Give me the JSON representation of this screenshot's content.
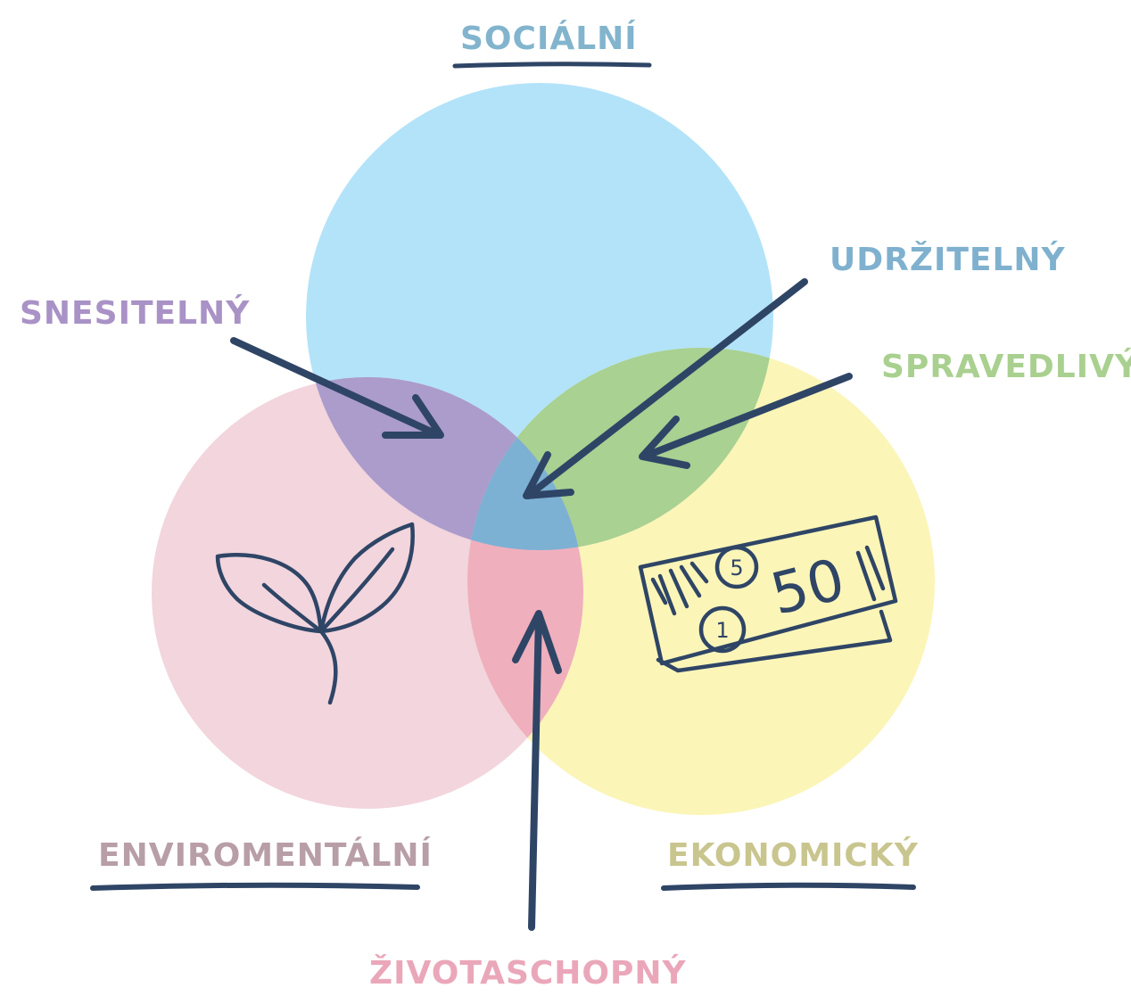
{
  "labels": {
    "social": "SOCIÁLNÍ",
    "environmental": "ENVIROMENTÁLNÍ",
    "economic": "EKONOMICKÝ",
    "bearable": "SNESITELNÝ",
    "sustainable": "UDRŽITELNÝ",
    "equitable": "SPRAVEDLIVÝ",
    "viable": "ŽIVOTASCHOPNÝ"
  },
  "banknote": {
    "value": "50",
    "coin_top": "5",
    "coin_bottom": "1"
  },
  "icons": [
    "sprout-icon",
    "banknote-icon"
  ],
  "colors": {
    "social": "#b3e3f9",
    "environmental": "#f2d5dd",
    "economic": "#fbf5b8",
    "social_env": "#ab9ccc",
    "social_eco": "#a8d192",
    "env_eco": "#f0afbd",
    "center": "#7db1d4",
    "ink": "#2f4566",
    "label_social": "#82b4cd",
    "label_env": "#b89ea6",
    "label_eco": "#c9c58e",
    "label_bearable": "#a992c6",
    "label_sustainable": "#7fb1cf",
    "label_equitable": "#a9d08f",
    "label_viable": "#eaa7ba"
  }
}
